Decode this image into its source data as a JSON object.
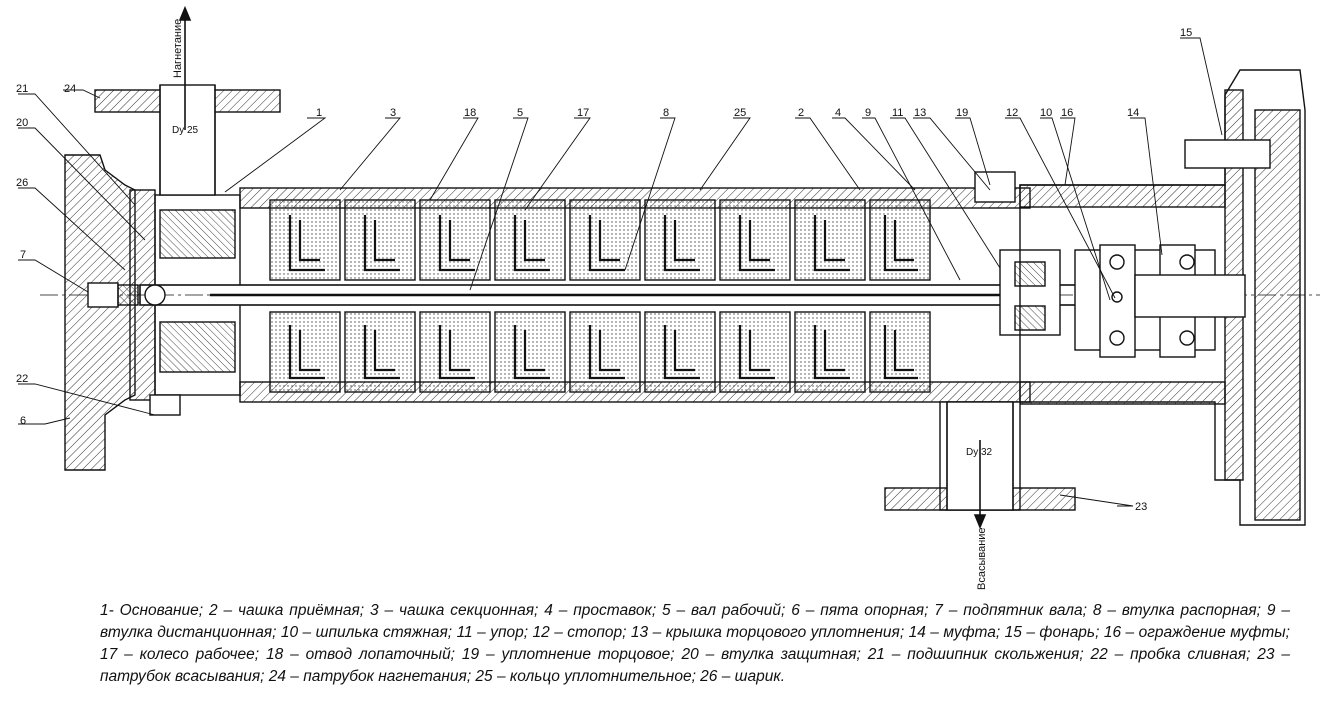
{
  "callouts": [
    "1",
    "2",
    "3",
    "4",
    "5",
    "6",
    "7",
    "8",
    "9",
    "10",
    "11",
    "12",
    "13",
    "14",
    "15",
    "16",
    "17",
    "18",
    "19",
    "20",
    "21",
    "22",
    "23",
    "24",
    "25",
    "26"
  ],
  "flow": {
    "discharge": "Нагнетание",
    "suction": "Всасывание",
    "discharge_dn": "Dy 25",
    "suction_dn": "Dy 32"
  },
  "stage_count": 9,
  "caption": "1- Основание; 2 – чашка приёмная; 3 – чашка секционная; 4 – проставок; 5 – вал рабочий; 6 – пята опорная; 7 – подпятник вала; 8 – втулка распорная; 9 – втулка дистанционная; 10 – шпилька стяжная; 11 – упор; 12 – стопор; 13 – крышка торцового уплотнения; 14 – муфта; 15 – фонарь; 16 – ограждение муфты; 17 – колесо рабочее; 18 – отвод лопаточный; 19 – уплотнение торцовое; 20 – втулка защитная; 21 – подшипник скольжения; 22 – пробка сливная; 23 – патрубок всасывания; 24 – патрубок нагнетания; 25 – кольцо уплотнительное; 26 – шарик."
}
